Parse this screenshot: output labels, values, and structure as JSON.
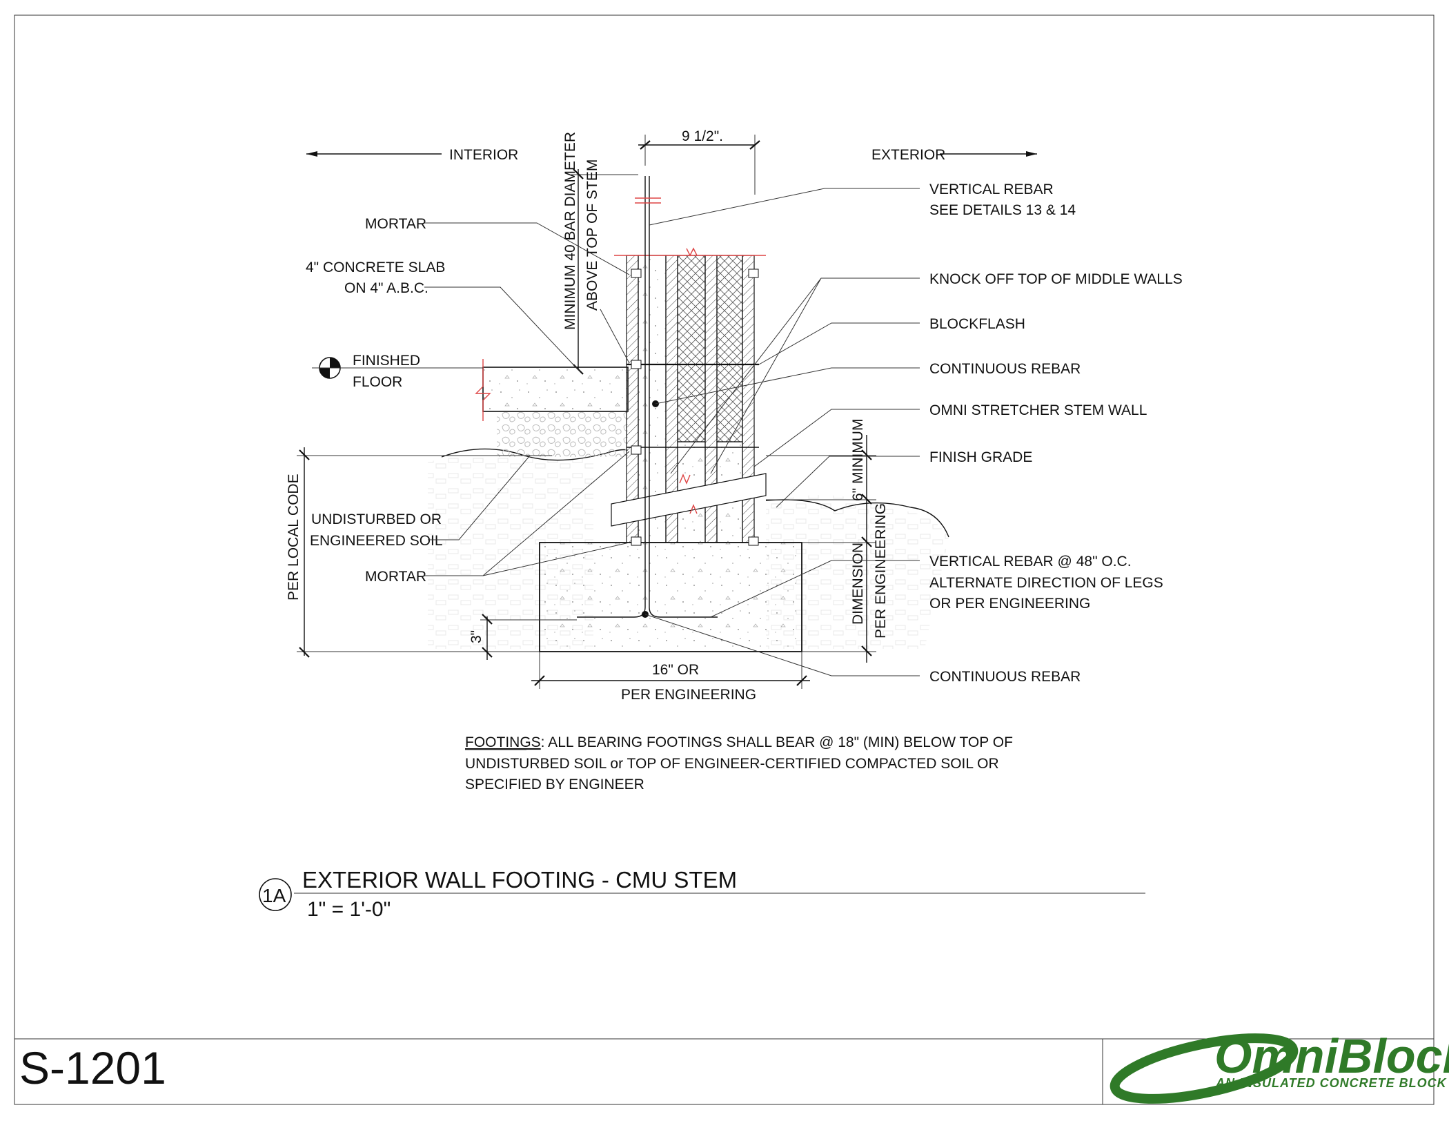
{
  "sheet": {
    "number": "S-1201",
    "detail_id": "1A",
    "title": "EXTERIOR WALL FOOTING - CMU STEM",
    "scale": "1\" = 1'-0\""
  },
  "logo": {
    "name": "OmniBlock",
    "tagline": "AN INSULATED CONCRETE BLOCK",
    "color": "#2f7a28"
  },
  "directions": {
    "interior": "INTERIOR",
    "exterior": "EXTERIOR"
  },
  "dimensions": {
    "wall_width": "9 1/2\".",
    "bar_extension_line1": "MINIMUM 40 BAR DIAMETER",
    "bar_extension_line2": "ABOVE TOP OF STEM",
    "per_local_code": "PER LOCAL CODE",
    "cover": "3\"",
    "footing_width_line1": "16\" OR",
    "footing_width_line2": "PER ENGINEERING",
    "six_minimum": "6\" MINIMUM",
    "footing_depth_line1": "DIMENSION",
    "footing_depth_line2": "PER ENGINEERING"
  },
  "labels_left": {
    "mortar_top": "MORTAR",
    "slab_line1": "4\" CONCRETE SLAB",
    "slab_line2": "ON 4\" A.B.C.",
    "finished_floor_line1": "FINISHED",
    "finished_floor_line2": "FLOOR",
    "soil_line1": "UNDISTURBED OR",
    "soil_line2": "ENGINEERED SOIL",
    "mortar_bottom": "MORTAR"
  },
  "labels_right": {
    "vertical_rebar_line1": "VERTICAL REBAR",
    "vertical_rebar_line2": "SEE DETAILS 13 & 14",
    "knock_off": "KNOCK OFF TOP OF MIDDLE WALLS",
    "blockflash": "BLOCKFLASH",
    "continuous_rebar_top": "CONTINUOUS REBAR",
    "stem_wall": "OMNI STRETCHER STEM WALL",
    "finish_grade": "FINISH GRADE",
    "footing_rebar_line1": "VERTICAL REBAR @ 48\" O.C.",
    "footing_rebar_line2": "ALTERNATE DIRECTION OF LEGS",
    "footing_rebar_line3": "OR PER ENGINEERING",
    "continuous_rebar_bottom": "CONTINUOUS REBAR"
  },
  "notes": {
    "footings_heading": "FOOTINGS",
    "footings_line1": ": ALL BEARING FOOTINGS SHALL BEAR @ 18\" (MIN) BELOW TOP OF",
    "footings_line2": "UNDISTURBED SOIL or TOP OF ENGINEER-CERTIFIED COMPACTED SOIL OR",
    "footings_line3": "SPECIFIED BY ENGINEER"
  }
}
